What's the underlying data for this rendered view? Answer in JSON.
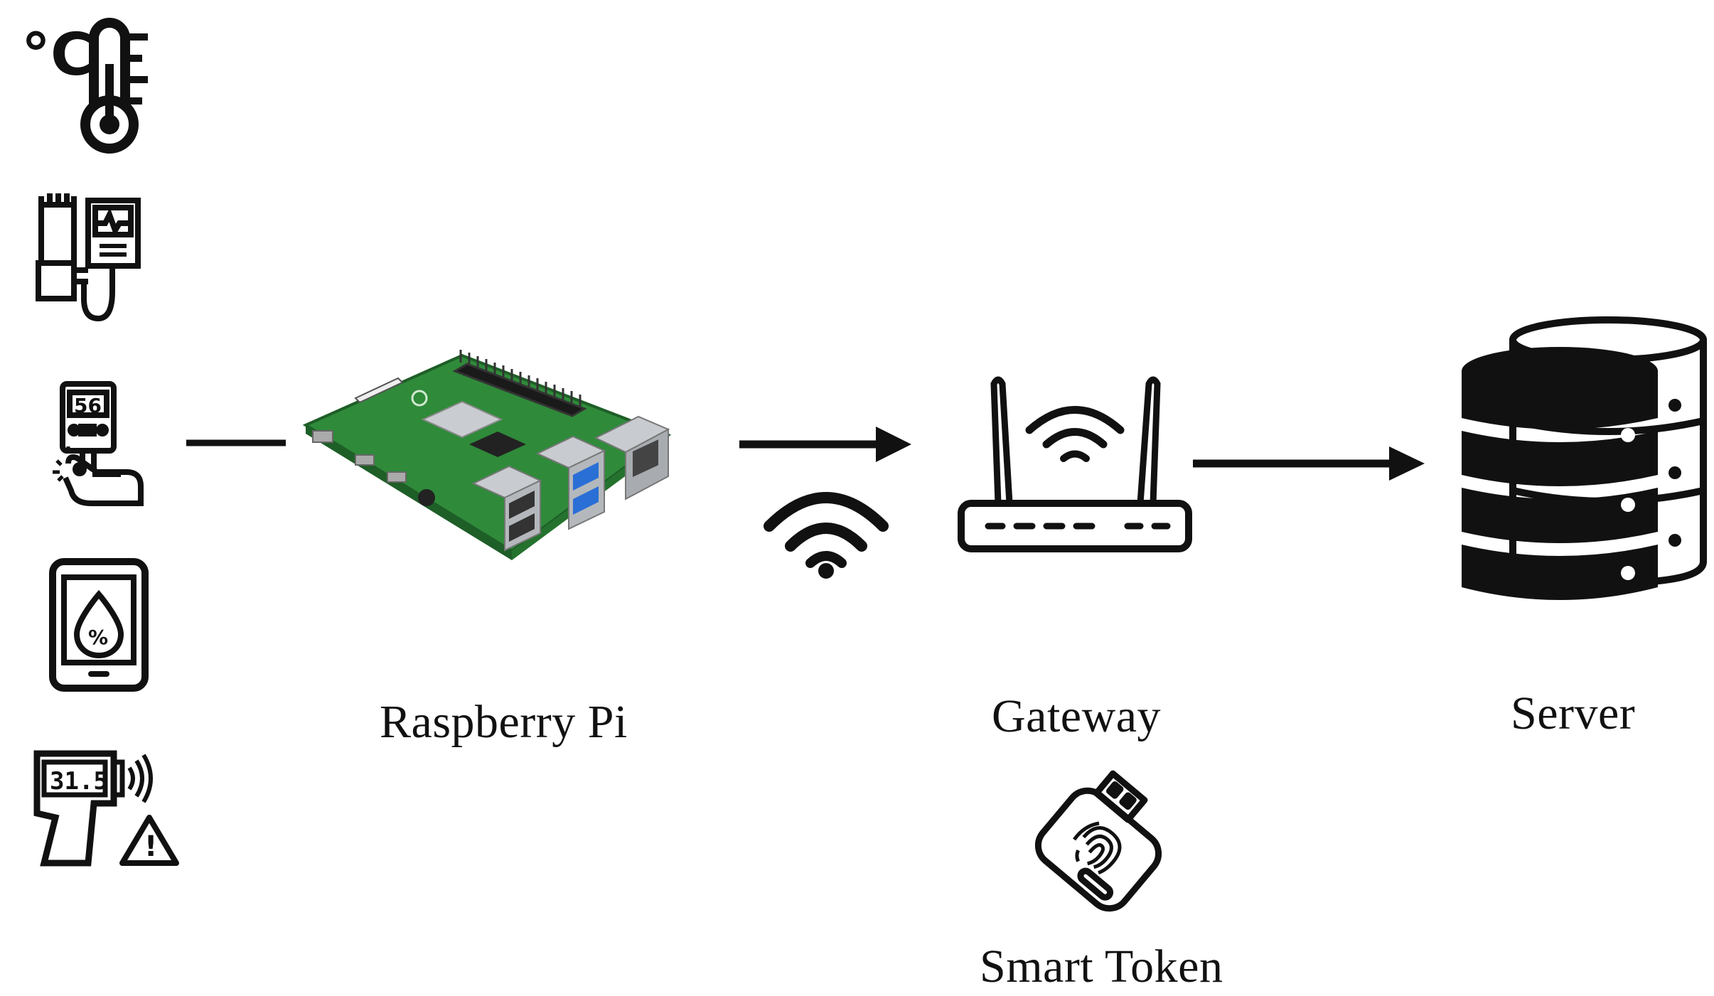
{
  "sensors": {
    "thermometer": {
      "icon": "thermometer-icon",
      "unit_text": "°C"
    },
    "blood_pressure_monitor": {
      "icon": "blood-pressure-monitor-icon"
    },
    "glucose_meter": {
      "icon": "glucose-meter-icon",
      "reading": "56"
    },
    "humidity_tablet": {
      "icon": "humidity-tablet-icon",
      "symbol": "%"
    },
    "thermal_gun": {
      "icon": "infrared-thermometer-icon",
      "reading": "31.5",
      "warning": "!"
    }
  },
  "nodes": {
    "raspberry_pi": {
      "label": "Raspberry Pi",
      "icon": "raspberry-pi-board-icon"
    },
    "gateway": {
      "label": "Gateway",
      "icon": "router-icon"
    },
    "server": {
      "label": "Server",
      "icon": "database-server-icon"
    },
    "smart_token": {
      "label": "Smart Token",
      "icon": "fingerprint-usb-token-icon"
    }
  },
  "connectors": {
    "sensor_to_pi": {
      "icon": "line-connector"
    },
    "pi_to_gateway": {
      "icon": "arrow-right-icon",
      "medium_icon": "wifi-icon"
    },
    "gateway_to_server": {
      "icon": "arrow-right-icon"
    }
  },
  "colors": {
    "stroke": "#111111",
    "board_green": "#2f8a3a",
    "board_dark": "#1e5e27",
    "metal": "#b8bcc0",
    "usb_blue": "#2a6fd6"
  }
}
